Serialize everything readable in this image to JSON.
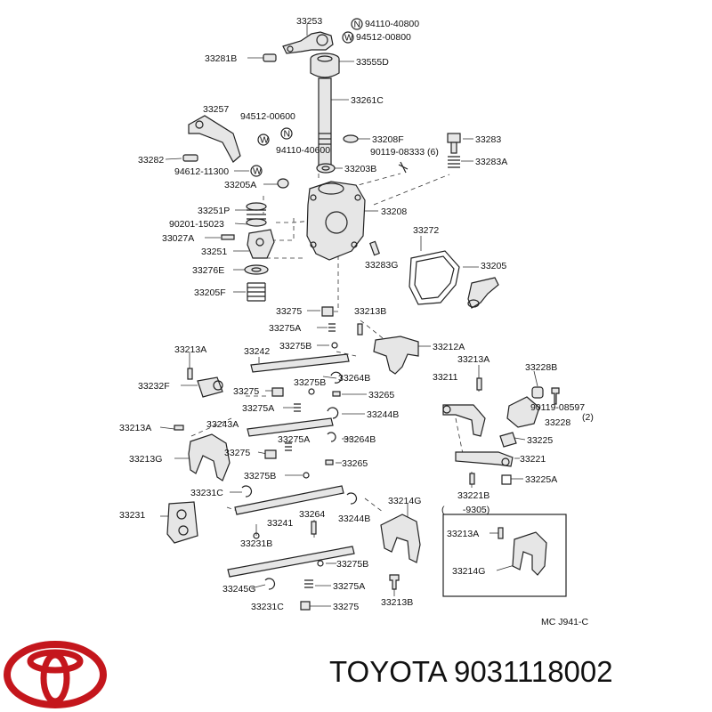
{
  "diagram": {
    "labels": [
      {
        "id": "p33253",
        "text": "33253"
      },
      {
        "id": "p94110a",
        "text": "94110-40800"
      },
      {
        "id": "p94512a",
        "text": "94512-00800"
      },
      {
        "id": "p33281B",
        "text": "33281B"
      },
      {
        "id": "p33555D",
        "text": "33555D"
      },
      {
        "id": "p33261C",
        "text": "33261C"
      },
      {
        "id": "p33257",
        "text": "33257"
      },
      {
        "id": "p94512b",
        "text": "94512-00600"
      },
      {
        "id": "p94110b",
        "text": "94110-40600"
      },
      {
        "id": "p33282",
        "text": "33282"
      },
      {
        "id": "p94612",
        "text": "94612-11300"
      },
      {
        "id": "p33208F",
        "text": "33208F"
      },
      {
        "id": "p90119a",
        "text": "90119-08333 (6)"
      },
      {
        "id": "p33203B",
        "text": "33203B"
      },
      {
        "id": "p33283",
        "text": "33283"
      },
      {
        "id": "p33283A",
        "text": "33283A"
      },
      {
        "id": "p33205A",
        "text": "33205A"
      },
      {
        "id": "p33251P",
        "text": "33251P"
      },
      {
        "id": "p90201",
        "text": "90201-15023"
      },
      {
        "id": "p33027A",
        "text": "33027A"
      },
      {
        "id": "p33251",
        "text": "33251"
      },
      {
        "id": "p33208",
        "text": "33208"
      },
      {
        "id": "p33272",
        "text": "33272"
      },
      {
        "id": "p33276E",
        "text": "33276E"
      },
      {
        "id": "p33283G",
        "text": "33283G"
      },
      {
        "id": "p33205",
        "text": "33205"
      },
      {
        "id": "p33205F",
        "text": "33205F"
      },
      {
        "id": "p33275a",
        "text": "33275"
      },
      {
        "id": "p33213Ba",
        "text": "33213B"
      },
      {
        "id": "p33275Aa",
        "text": "33275A"
      },
      {
        "id": "p33213Aa",
        "text": "33213A"
      },
      {
        "id": "p33242",
        "text": "33242"
      },
      {
        "id": "p33275Ba",
        "text": "33275B"
      },
      {
        "id": "p33212A",
        "text": "33212A"
      },
      {
        "id": "p33213Ab",
        "text": "33213A"
      },
      {
        "id": "p33228B",
        "text": "33228B"
      },
      {
        "id": "p33232F",
        "text": "33232F"
      },
      {
        "id": "p33275b",
        "text": "33275"
      },
      {
        "id": "p33275Bb",
        "text": "33275B"
      },
      {
        "id": "p33264Ba",
        "text": "33264B"
      },
      {
        "id": "p33211",
        "text": "33211"
      },
      {
        "id": "p33265a",
        "text": "33265"
      },
      {
        "id": "p90119b",
        "text": "90119-08597"
      },
      {
        "id": "p2",
        "text": "(2)"
      },
      {
        "id": "p33275Ab",
        "text": "33275A"
      },
      {
        "id": "p33244Ba",
        "text": "33244B"
      },
      {
        "id": "p33228",
        "text": "33228"
      },
      {
        "id": "p33213Ac",
        "text": "33213A"
      },
      {
        "id": "p33243A",
        "text": "33243A"
      },
      {
        "id": "p33264Bb",
        "text": "33264B"
      },
      {
        "id": "p33275Ac",
        "text": "33275A"
      },
      {
        "id": "p33225",
        "text": "33225"
      },
      {
        "id": "p33213G",
        "text": "33213G"
      },
      {
        "id": "p33275c",
        "text": "33275"
      },
      {
        "id": "p33265b",
        "text": "33265"
      },
      {
        "id": "p33221",
        "text": "33221"
      },
      {
        "id": "p33275Bc",
        "text": "33275B"
      },
      {
        "id": "p33225A",
        "text": "33225A"
      },
      {
        "id": "p33231C",
        "text": "33231C"
      },
      {
        "id": "p33221B",
        "text": "33221B"
      },
      {
        "id": "p33214Ga",
        "text": "33214G"
      },
      {
        "id": "p9305",
        "text": "(       -9305)"
      },
      {
        "id": "p33231",
        "text": "33231"
      },
      {
        "id": "p33241",
        "text": "33241"
      },
      {
        "id": "p33264",
        "text": "33264"
      },
      {
        "id": "p33244Bb",
        "text": "33244B"
      },
      {
        "id": "p33213Ad",
        "text": "33213A"
      },
      {
        "id": "p33231B",
        "text": "33231B"
      },
      {
        "id": "p33214Gb",
        "text": "33214G"
      },
      {
        "id": "p33275Bd",
        "text": "33275B"
      },
      {
        "id": "p33245G",
        "text": "33245G"
      },
      {
        "id": "p33275Ad",
        "text": "33275A"
      },
      {
        "id": "p33231C2",
        "text": "33231C"
      },
      {
        "id": "p33275d",
        "text": "33275"
      },
      {
        "id": "p33213Bb",
        "text": "33213B"
      },
      {
        "id": "pMC",
        "text": "MC J941-C"
      }
    ]
  },
  "footer": {
    "brand": "TOYOTA",
    "part_number": "9031118002",
    "title": "TOYOTA 9031118002"
  },
  "colors": {
    "logo": "#c4161c",
    "ink": "#222222"
  }
}
